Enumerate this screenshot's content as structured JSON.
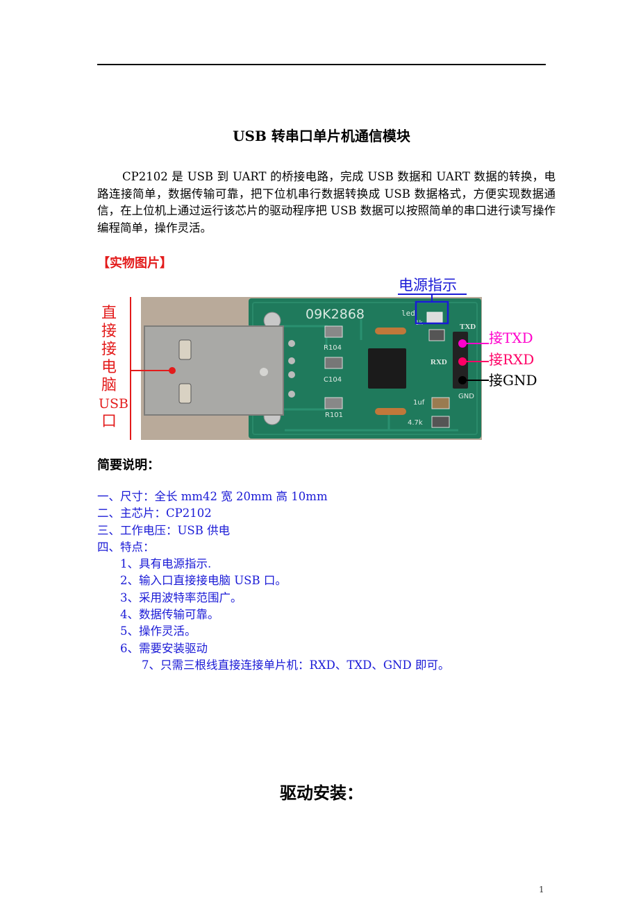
{
  "document": {
    "title": "USB 转串口单片机通信模块",
    "intro": "CP2102 是 USB 到 UART 的桥接电路，完成 USB 数据和 UART 数据的转换，电路连接简单，数据传输可靠，把下位机串行数据转换成 USB 数据格式，方便实现数据通信，在上位机上通过运行该芯片的驱动程序把 USB 数据可以按照简单的串口进行读写操作编程简单，操作灵活。",
    "photo_section_heading": "【实物图片】",
    "photo": {
      "label_power_indicator": "电源指示",
      "label_usb_left": [
        "直",
        "接",
        "接",
        "电",
        "脑",
        "USB",
        "口"
      ],
      "label_txd": "接TXD",
      "label_rxd": "接RXD",
      "label_gnd": "接GND",
      "board_marking": "09K2868",
      "silk": {
        "led": "led",
        "r1k": "1k",
        "txd": "TXD",
        "rxd": "RXD",
        "gnd": "GND",
        "r104": "R104",
        "c104": "C104",
        "r101": "R101",
        "c1uf": "1uf",
        "r47k": "4.7k"
      },
      "colors": {
        "pcb": "#1f7a5c",
        "txd_dot": "#ff00cc",
        "rxd_dot": "#ff0066",
        "gnd_dot": "#000000",
        "usb_label": "#e31b1b",
        "power_label": "#1a1ad6"
      }
    },
    "brief_heading": "简要说明：",
    "specs": [
      "一、尺寸：全长 mm42 宽 20mm 高 10mm",
      "二、主芯片：CP2102",
      "三、工作电压：USB 供电",
      "四、特点："
    ],
    "features": [
      "1、具有电源指示.",
      "2、输入口直接接电脑 USB 口。",
      "3、采用波特率范围广。",
      "4、数据传输可靠。",
      "5、操作灵活。",
      "6、需要安装驱动"
    ],
    "feature_7": "7、只需三根线直接连接单片机：RXD、TXD、GND 即可。",
    "driver_heading": "驱动安装：",
    "page_number": "1"
  }
}
